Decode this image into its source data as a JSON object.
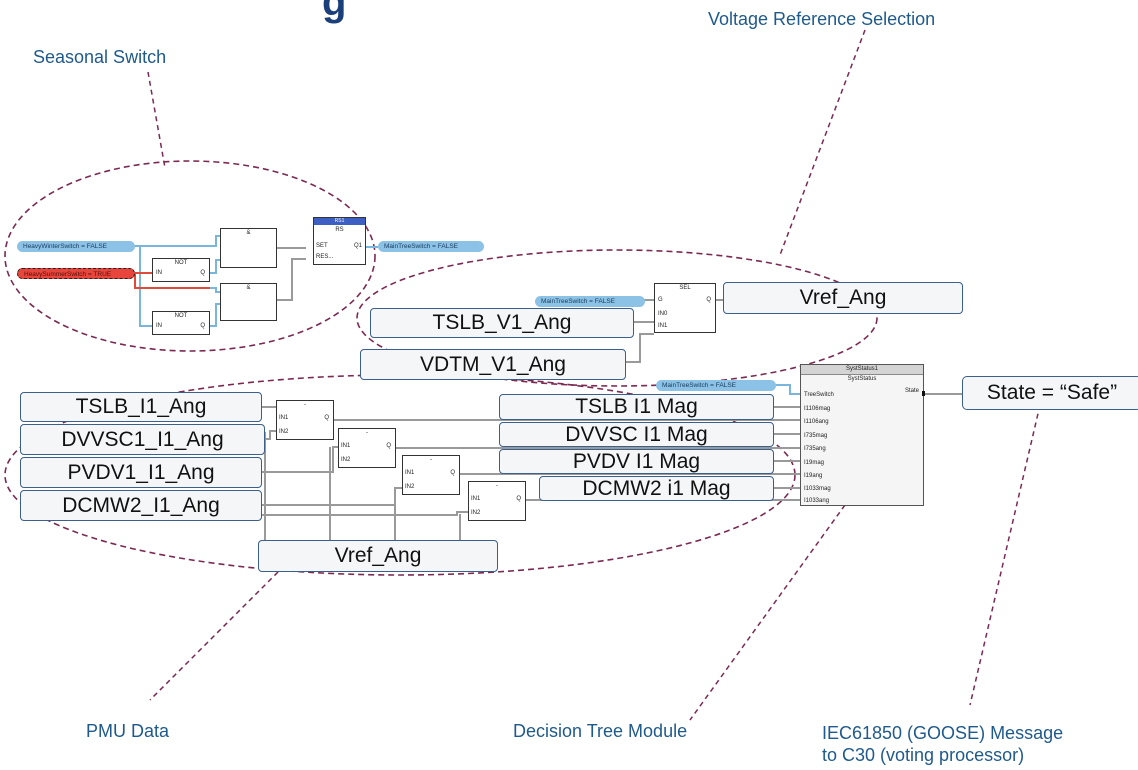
{
  "title_fragment": "g",
  "callouts": {
    "seasonal_switch": "Seasonal Switch",
    "voltage_ref": "Voltage Reference Selection",
    "pmu_data": "PMU Data",
    "decision_tree": "Decision Tree Module",
    "iec_line1": "IEC61850 (GOOSE) Message",
    "iec_line2": "to C30 (voting processor)"
  },
  "seasonal": {
    "winter_switch": "HeavyWinterSwitch = FALSE",
    "summer_switch": "HeavySummerSwitch = TRUE",
    "not_label": "NOT",
    "and_label": "&",
    "rs_header": "RS1",
    "rs_label": "RS",
    "rs_set": "SET",
    "rs_reset": "RES...",
    "rs_out": "Q1",
    "pin_in": "IN",
    "pin_q": "Q",
    "main_tree_out": "MainTreeSwitch = FALSE"
  },
  "vref": {
    "main_tree_in": "MainTreeSwitch = FALSE",
    "sel_title": "SEL",
    "pin_g": "G",
    "pin_in0": "IN0",
    "pin_in1": "IN1",
    "pin_q": "Q",
    "tslb_v1": "TSLB_V1_Ang",
    "vdtm_v1": "VDTM_V1_Ang",
    "output": "Vref_Ang"
  },
  "pmu": {
    "angles": [
      "TSLB_I1_Ang",
      "DVVSC1_I1_Ang",
      "PVDV1_I1_Ang",
      "DCMW2_I1_Ang"
    ],
    "mags": [
      "TSLB I1 Mag",
      "DVVSC I1 Mag",
      "PVDV I1 Mag",
      "DCMW2 i1 Mag"
    ],
    "vref": "Vref_Ang",
    "sub_label": "-",
    "pin_in1": "IN1",
    "pin_in2": "IN2",
    "pin_q": "Q"
  },
  "module": {
    "header": "SystStatus1",
    "name": "SystStatus",
    "main_tree_in": "MainTreeSwitch = FALSE",
    "inputs": [
      "TreeSwitch",
      "I1106mag",
      "I1106ang",
      "I735mag",
      "I735ang",
      "I19mag",
      "I19ang",
      "I1033mag",
      "I1033ang"
    ],
    "output_pin": "State",
    "output": "State = “Safe”"
  },
  "colors": {
    "callout_text": "#1f5a8c",
    "dashed_outline": "#7a2a52",
    "pill_blue": "#8cc2e6",
    "wire_blue": "#7ab6dc",
    "wire_red": "#e04a3c",
    "wire_gray": "#9a9a9a"
  }
}
